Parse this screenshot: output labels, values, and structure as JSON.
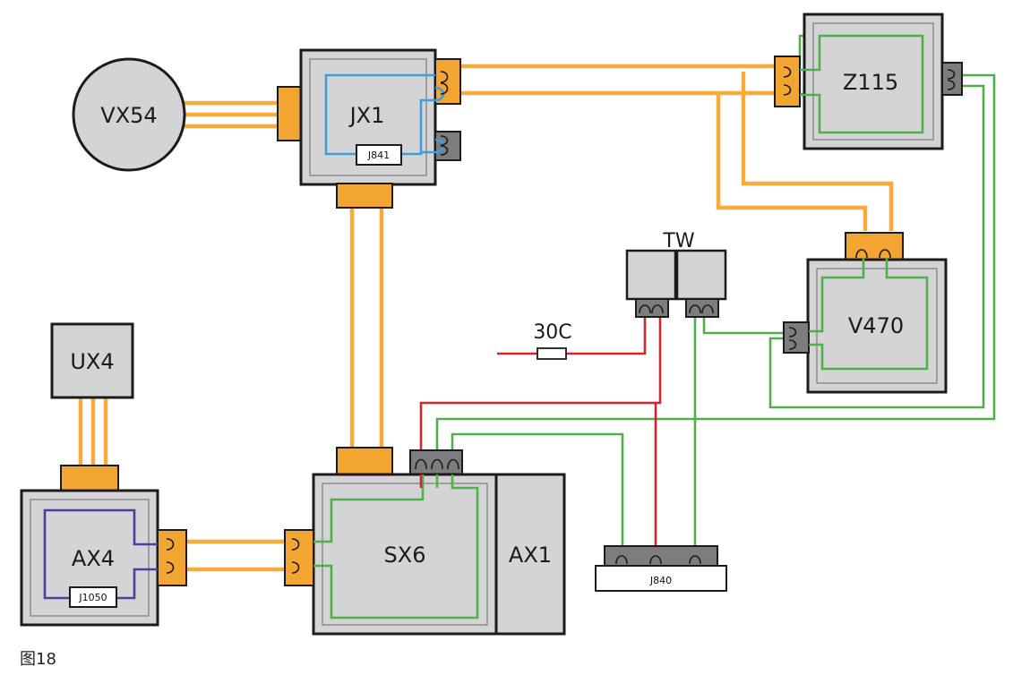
{
  "components": {
    "vx54": "VX54",
    "jx1": "JX1",
    "j841": "J841",
    "z115": "Z115",
    "tw": "TW",
    "v470": "V470",
    "fuse_30c": "30C",
    "ux4": "UX4",
    "ax4": "AX4",
    "j1050": "J1050",
    "sx6": "SX6",
    "ax1": "AX1",
    "j840": "J840"
  },
  "caption": "图18",
  "wire_colors": {
    "power": "#f7ac3a",
    "signal_green": "#4fb04a",
    "signal_blue": "#3c9fd8",
    "supply_red": "#d2262b",
    "signal_purple": "#4a3f9a"
  }
}
